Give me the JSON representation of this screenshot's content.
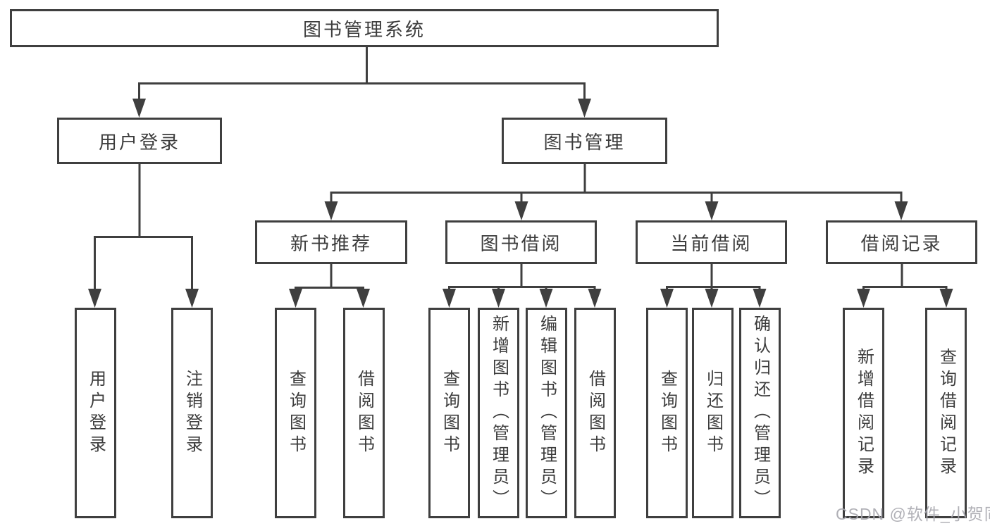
{
  "tree": {
    "root": {
      "label": "图书管理系统"
    },
    "branches": [
      {
        "label": "用户登录",
        "children": [
          {
            "label": "用户登录"
          },
          {
            "label": "注销登录"
          }
        ]
      },
      {
        "label": "图书管理",
        "groups": [
          {
            "label": "新书推荐",
            "children": [
              {
                "label": "查询图书"
              },
              {
                "label": "借阅图书"
              }
            ]
          },
          {
            "label": "图书借阅",
            "children": [
              {
                "label": "查询图书"
              },
              {
                "label": "新增图书（管理员）"
              },
              {
                "label": "编辑图书（管理员）"
              },
              {
                "label": "借阅图书"
              }
            ]
          },
          {
            "label": "当前借阅",
            "children": [
              {
                "label": "查询图书"
              },
              {
                "label": "归还图书"
              },
              {
                "label": "确认归还（管理员）"
              }
            ]
          },
          {
            "label": "借阅记录",
            "children": [
              {
                "label": "新增借阅记录"
              },
              {
                "label": "查询借阅记录"
              }
            ]
          }
        ]
      }
    ]
  },
  "watermark": {
    "text": "CSDN @软件_小贺同学"
  },
  "colors": {
    "line": "#3f3f3f",
    "text": "#3c3c3c",
    "watermark": "#a8a8af"
  }
}
